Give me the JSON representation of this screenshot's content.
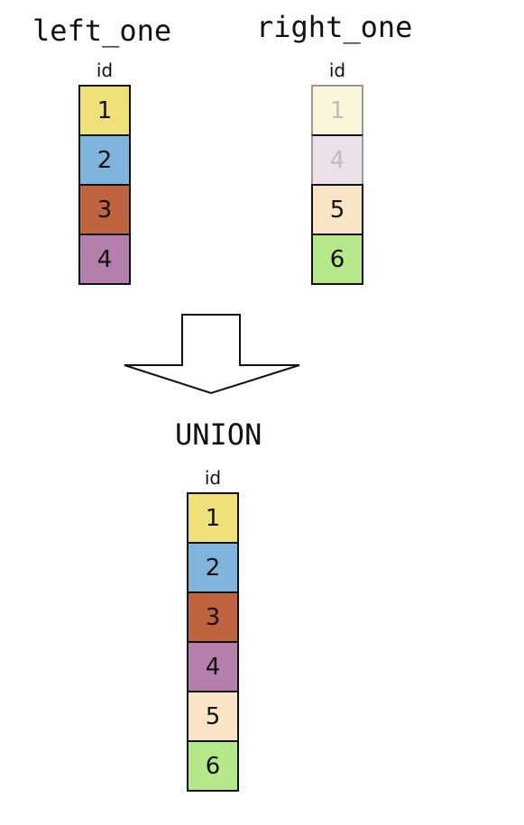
{
  "left_table": {
    "name": "left_one",
    "column": "id",
    "rows": [
      {
        "value": "1",
        "color": "#f0e07a",
        "faded": false
      },
      {
        "value": "2",
        "color": "#7fb4dd",
        "faded": false
      },
      {
        "value": "3",
        "color": "#c0633f",
        "faded": false
      },
      {
        "value": "4",
        "color": "#b57fac",
        "faded": false
      }
    ]
  },
  "right_table": {
    "name": "right_one",
    "column": "id",
    "rows": [
      {
        "value": "1",
        "color": "#fbf6d9",
        "faded": true
      },
      {
        "value": "4",
        "color": "#ece0ea",
        "faded": true
      },
      {
        "value": "5",
        "color": "#f9e5c6",
        "faded": false
      },
      {
        "value": "6",
        "color": "#b5e88a",
        "faded": false
      }
    ]
  },
  "operation": {
    "label": "UNION"
  },
  "result_table": {
    "column": "id",
    "rows": [
      {
        "value": "1",
        "color": "#f0e07a"
      },
      {
        "value": "2",
        "color": "#7fb4dd"
      },
      {
        "value": "3",
        "color": "#c0633f"
      },
      {
        "value": "4",
        "color": "#b57fac"
      },
      {
        "value": "5",
        "color": "#f9e5c6"
      },
      {
        "value": "6",
        "color": "#b5e88a"
      }
    ]
  }
}
